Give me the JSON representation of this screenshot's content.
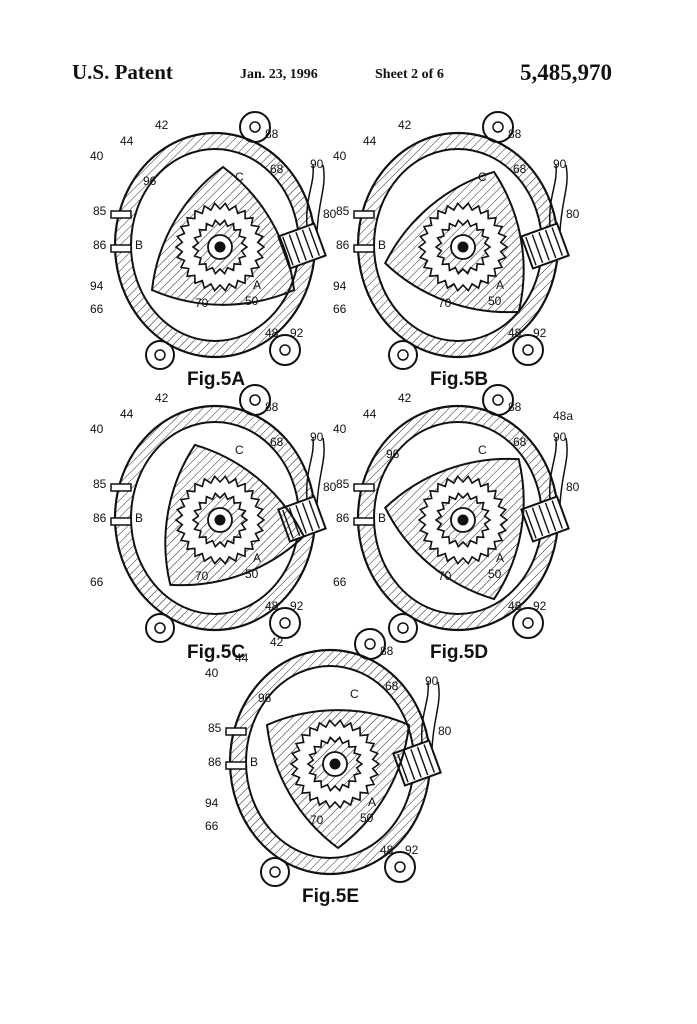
{
  "header": {
    "patent": "U.S. Patent",
    "date": "Jan. 23, 1996",
    "sheet": "Sheet 2 of 6",
    "number": "5,485,970"
  },
  "figures": [
    {
      "id": "5A",
      "caption": "Fig.5A",
      "labels": [
        "40",
        "42",
        "44",
        "48",
        "50",
        "66",
        "68",
        "70",
        "80",
        "85",
        "86",
        "88",
        "90",
        "92",
        "94",
        "96",
        "A",
        "B",
        "C"
      ]
    },
    {
      "id": "5B",
      "caption": "Fig.5B",
      "labels": [
        "40",
        "42",
        "44",
        "48",
        "50",
        "66",
        "68",
        "70",
        "80",
        "85",
        "86",
        "88",
        "90",
        "92",
        "94",
        "A",
        "B",
        "C"
      ]
    },
    {
      "id": "5C",
      "caption": "Fig.5C",
      "labels": [
        "40",
        "42",
        "44",
        "48",
        "50",
        "66",
        "68",
        "70",
        "80",
        "85",
        "86",
        "88",
        "90",
        "92",
        "A",
        "B",
        "C"
      ]
    },
    {
      "id": "5D",
      "caption": "Fig.5D",
      "labels": [
        "40",
        "42",
        "44",
        "48",
        "48a",
        "50",
        "66",
        "68",
        "70",
        "80",
        "85",
        "86",
        "88",
        "90",
        "92",
        "96",
        "A",
        "B",
        "C"
      ]
    },
    {
      "id": "5E",
      "caption": "Fig.5E",
      "labels": [
        "40",
        "42",
        "44",
        "48",
        "50",
        "66",
        "68",
        "70",
        "80",
        "85",
        "86",
        "88",
        "90",
        "92",
        "94",
        "96",
        "A",
        "B",
        "C"
      ]
    }
  ]
}
